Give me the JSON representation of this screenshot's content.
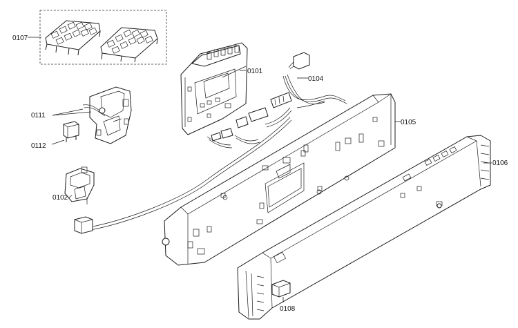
{
  "parts": [
    {
      "id": "0101"
    },
    {
      "id": "0102"
    },
    {
      "id": "0104"
    },
    {
      "id": "0105"
    },
    {
      "id": "0106"
    },
    {
      "id": "0107"
    },
    {
      "id": "0108"
    },
    {
      "id": "0111"
    },
    {
      "id": "0112"
    }
  ],
  "colors": {
    "line": "#1a1a1a",
    "background": "#ffffff"
  }
}
